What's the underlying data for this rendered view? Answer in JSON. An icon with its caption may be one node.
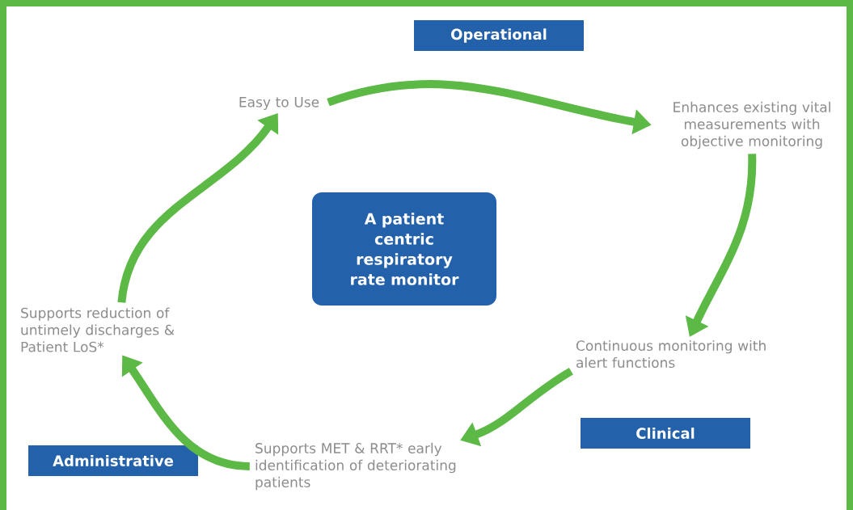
{
  "diagram": {
    "nodes": [
      {
        "text": [
          "Easy to Use"
        ]
      },
      {
        "text": [
          "Enhances existing vital measurements with objective monitoring"
        ]
      },
      {
        "text": [
          "Continuous monitoring with alert functions"
        ]
      },
      {
        "text": [
          "Supports MET & RRT* early identification of deteriorating patients"
        ]
      },
      {
        "text": [
          "Supports reduction of untimely discharges & Patient LoS*"
        ]
      },
      {
        "text": [
          "A patient centric respiratory rate monitor"
        ]
      },
      {
        "text": [
          "Operational"
        ]
      },
      {
        "text": [
          "Clinical"
        ]
      },
      {
        "text": [
          "Administrative"
        ]
      }
    ],
    "edges": [
      {
        "from": 0,
        "to": 1,
        "arrow": "to"
      },
      {
        "from": 1,
        "to": 2,
        "arrow": "to"
      },
      {
        "from": 2,
        "to": 3,
        "arrow": "to"
      },
      {
        "from": 3,
        "to": 4,
        "arrow": "to"
      },
      {
        "from": 4,
        "to": 0,
        "arrow": "to"
      }
    ]
  }
}
